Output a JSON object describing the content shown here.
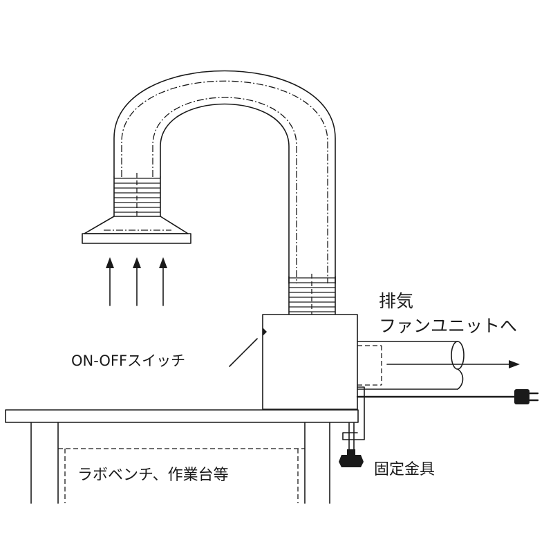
{
  "labels": {
    "exhaust_line1": "排気",
    "exhaust_line2": "ファンユニットへ",
    "switch": "ON-OFFスイッチ",
    "bench": "ラボベンチ、作業台等",
    "clamp": "固定金具"
  }
}
